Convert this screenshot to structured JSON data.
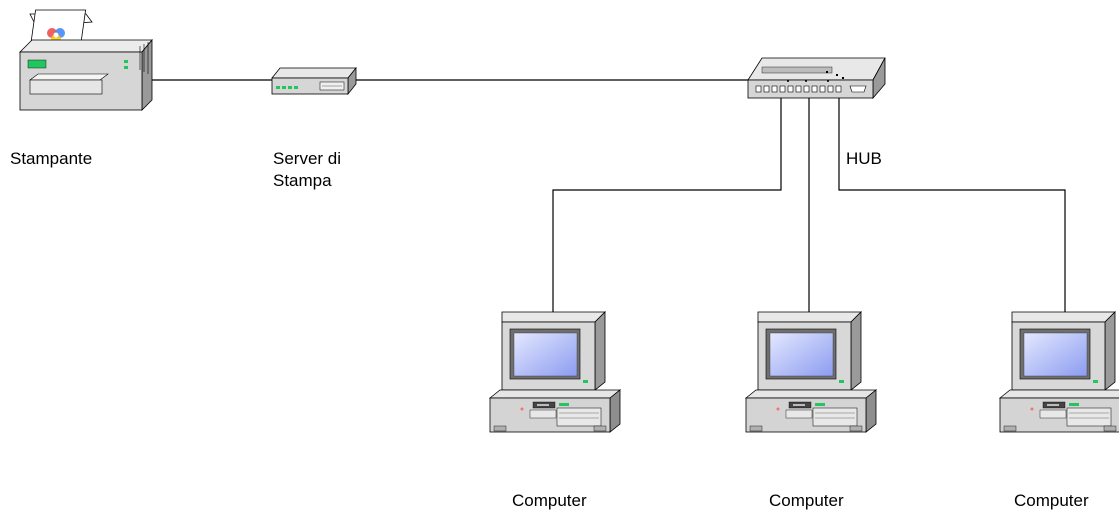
{
  "labels": {
    "printer": "Stampante",
    "print_server_line1": "Server di",
    "print_server_line2": "Stampa",
    "hub": "HUB",
    "computer_1": "Computer",
    "computer_2": "Computer",
    "computer_3": "Computer"
  },
  "icons": {
    "printer": "printer-icon",
    "print_server": "print-server-icon",
    "hub": "hub-icon",
    "computer": "desktop-computer-icon"
  },
  "colors": {
    "device_body": "#d6d6d6",
    "device_shadow": "#9a9a9a",
    "screen": "#a7b6ff",
    "led": "#22c55e",
    "cable": "#000000"
  }
}
